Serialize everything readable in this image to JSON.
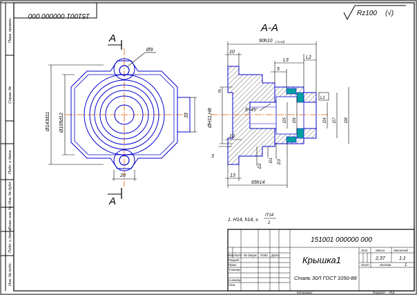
{
  "sheet": {
    "mirrored_code": "151001 000000 000",
    "roughness": "Rz100",
    "roughness_paren": "(√)"
  },
  "left_margin": {
    "cells": [
      "Перв. примен.",
      "Справ. №",
      "Подп. и дата",
      "Инв. № дубл.",
      "Взам. инв. №",
      "Подп. и дата",
      "Инв. № подл."
    ]
  },
  "front_view": {
    "hole_label": "Ø9",
    "dia_outer": "Ø143d11",
    "dia_pitch": "Ø105d12",
    "dim_33": "33",
    "dim_20": "20",
    "section_mark": "A"
  },
  "section_view": {
    "title": "A-A",
    "dim_top": "90h10",
    "dim_top_sub": "(-0,14)",
    "dim_10_top": "10",
    "dim_L3": "L3",
    "dim_L2": "L2",
    "dim_5": "5",
    "dim_6": "6",
    "dim_bore": "ØH11,H8",
    "chamfer": "5×45°",
    "dim_10_bot": "10",
    "dim_3": "3",
    "dim_13": "13",
    "dim_bottom": "65h14",
    "dim_L1": "L1",
    "d_labels": [
      "D1",
      "D2",
      "D3",
      "D4",
      "D5",
      "D6",
      "D7",
      "D8"
    ]
  },
  "note": {
    "text": "1. H14, h14, ±",
    "fraction_num": "IT14",
    "fraction_den": "2"
  },
  "title_block": {
    "doc_code": "151001 000000 000",
    "part_name": "Крышка1",
    "material": "Сталь 30Л  ГОСТ 1050-88",
    "row_labels": [
      "Изм.",
      "Лист",
      "№ докум.",
      "Подп.",
      "Дата"
    ],
    "people_labels": [
      "Разраб.",
      "Пров.",
      "Т.контр.",
      "Н.контр.",
      "Утв."
    ],
    "header_lit": "Лит.",
    "header_mass": "Масса",
    "header_scale": "Масштаб",
    "mass": "2,37",
    "scale": "1:1",
    "sheet_label": "Лист",
    "sheets_label": "Листов",
    "sheets_total": "1",
    "copied": "Копировал",
    "format": "Формат",
    "format_value": "A3"
  }
}
